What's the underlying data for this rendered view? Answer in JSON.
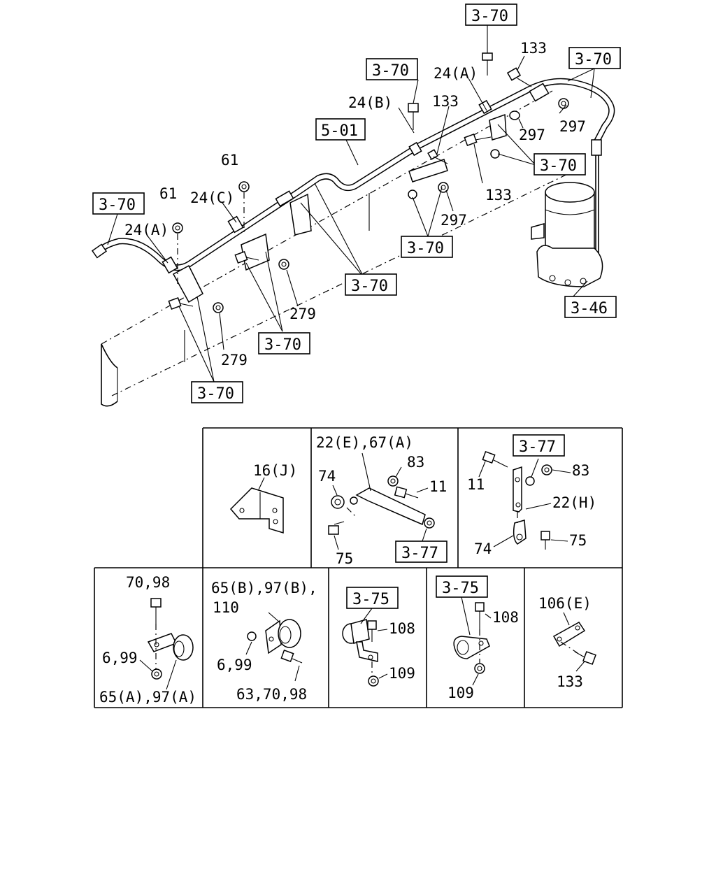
{
  "main_diagram": {
    "refs": {
      "r1": "3-70",
      "r2": "3-70",
      "r3": "3-70",
      "r4": "3-70",
      "r5": "5-01",
      "r6": "3-70",
      "r7": "3-70",
      "r8": "3-70",
      "r9": "3-70",
      "r10": "3-70",
      "r11": "3-46"
    },
    "labels": {
      "l133a": "133",
      "l24a_top": "24(A)",
      "l24b": "24(B)",
      "l133b": "133",
      "l297a": "297",
      "l297b": "297",
      "l133c": "133",
      "l61a": "61",
      "l61b": "61",
      "l24c": "24(C)",
      "l24a_left": "24(A)",
      "l297c": "297",
      "l279a": "279",
      "l279b": "279"
    }
  },
  "details": {
    "d1": {
      "label": "16(J)"
    },
    "d2": {
      "title": "22(E),67(A)",
      "l74": "74",
      "l83": "83",
      "l11": "11",
      "l75": "75",
      "ref": "3-77"
    },
    "d3": {
      "ref": "3-77",
      "l11": "11",
      "l83": "83",
      "l22h": "22(H)",
      "l74": "74",
      "l75": "75"
    },
    "d4": {
      "top": "70,98",
      "mid": "6,99",
      "bottom": "65(A),97(A)"
    },
    "d5": {
      "top1": "65(B),97(B),",
      "top2": "110",
      "mid": "6,99",
      "bottom": "63,70,98"
    },
    "d6": {
      "ref": "3-75",
      "l108": "108",
      "l109": "109"
    },
    "d7": {
      "ref": "3-75",
      "l108": "108",
      "l109": "109"
    },
    "d8": {
      "top": "106(E)",
      "bottom": "133"
    }
  }
}
